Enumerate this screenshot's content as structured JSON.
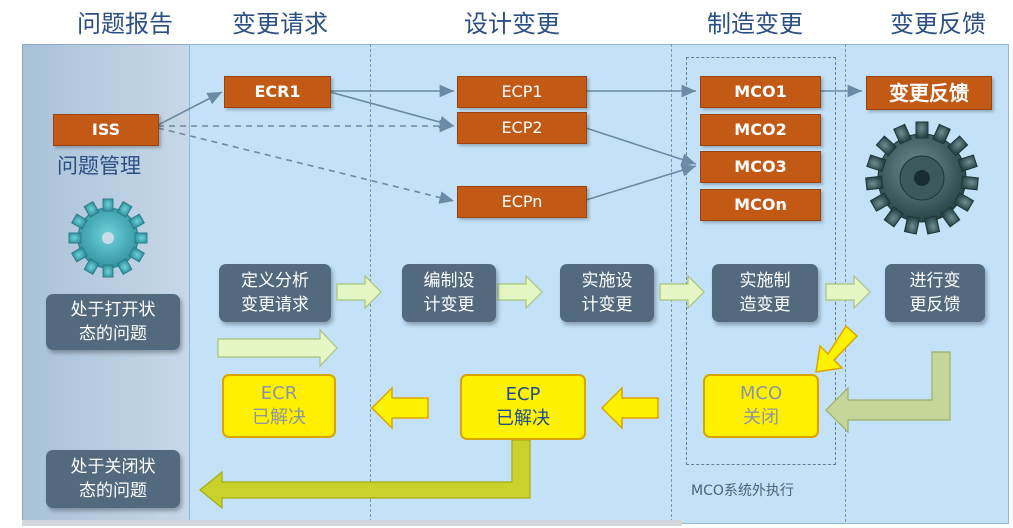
{
  "headers": {
    "issue_report": "问题报告",
    "change_request": "变更请求",
    "design_change": "设计变更",
    "manufacturing_change": "制造变更",
    "change_feedback": "变更反馈"
  },
  "iss": {
    "label": "ISS",
    "caption": "问题管理"
  },
  "ecr": {
    "label": "ECR1"
  },
  "ecps": [
    "ECP1",
    "ECP2",
    "ECPn"
  ],
  "mcos": [
    "MCO1",
    "MCO2",
    "MCO3",
    "MCOn"
  ],
  "feedback_box": "变更反馈",
  "steps": {
    "open_issue": "处于打开状\n态的问题",
    "define": "定义分析\n变更请求",
    "compile": "编制设\n计变更",
    "implement_design": "实施设\n计变更",
    "implement_mfg": "实施制\n造变更",
    "feedback": "进行变\n更反馈",
    "closed_issue": "处于关闭状\n态的问题"
  },
  "status": {
    "ecr_resolved": "ECR\n已解决",
    "ecp_resolved": "ECP\n已解决",
    "mco_closed": "MCO\n关闭"
  },
  "mco_note": "MCO系统外执行",
  "colors": {
    "orange": "#c25a16",
    "slate": "#52697e",
    "yellow": "#fff200",
    "panel_blue": "#c3e2f8",
    "header_blue": "#2b4f83"
  }
}
